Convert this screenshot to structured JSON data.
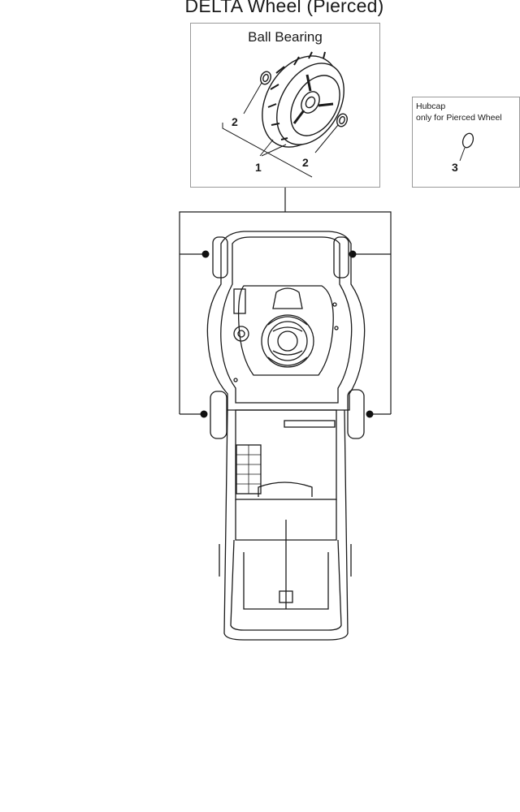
{
  "title": "DELTA Wheel (Pierced)",
  "main_box": {
    "label": "Ball Bearing"
  },
  "hubcap_box": {
    "label_line1": "Hubcap",
    "label_line2": "only for Pierced Wheel"
  },
  "callouts": {
    "one": "1",
    "two_left": "2",
    "two_right": "2",
    "three": "3"
  },
  "icons": [
    "wheel-icon",
    "ball-bearing-icon",
    "hubcap-icon",
    "lawn-mower-icon"
  ]
}
